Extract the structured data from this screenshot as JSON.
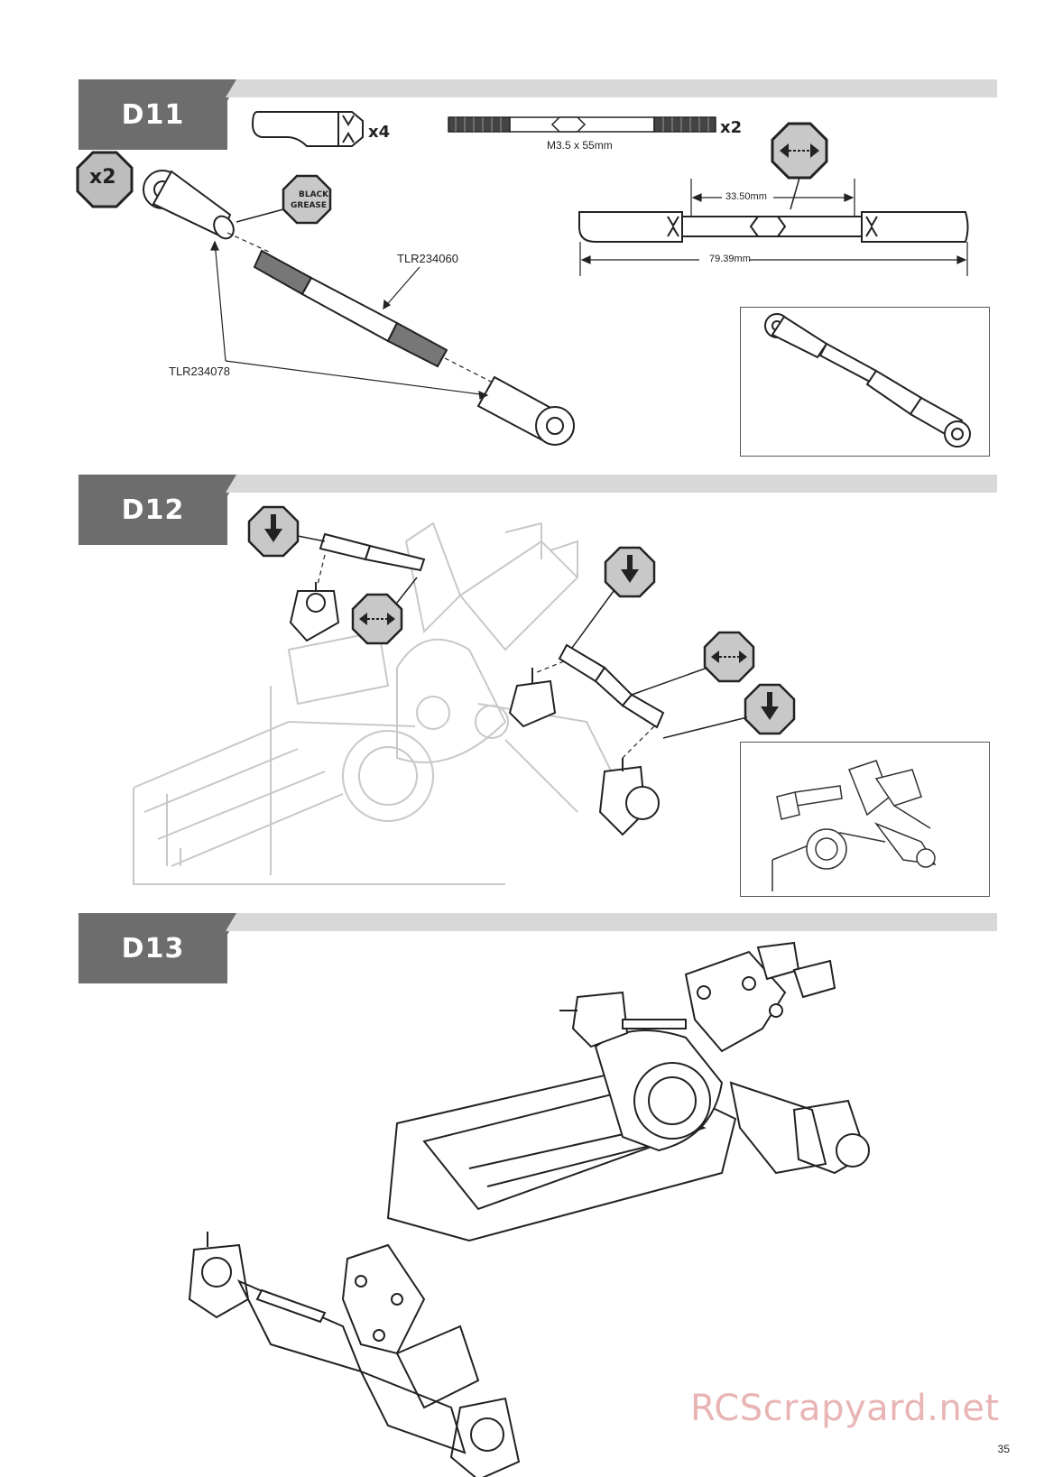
{
  "steps": [
    {
      "id": "D11"
    },
    {
      "id": "D12"
    },
    {
      "id": "D13"
    }
  ],
  "d11": {
    "multiplier": "x2",
    "rod_end_qty": "x4",
    "turnbuckle_qty": "x2",
    "turnbuckle_size": "M3.5 x 55mm",
    "grease_line1": "BLACK",
    "grease_line2": "GREASE",
    "part_turnbuckle": "TLR234060",
    "part_rod_end": "TLR234078",
    "dim_inner": "33.50mm",
    "dim_overall": "79.39mm"
  },
  "watermark": "RCScrapyard.net",
  "page_number": "35"
}
